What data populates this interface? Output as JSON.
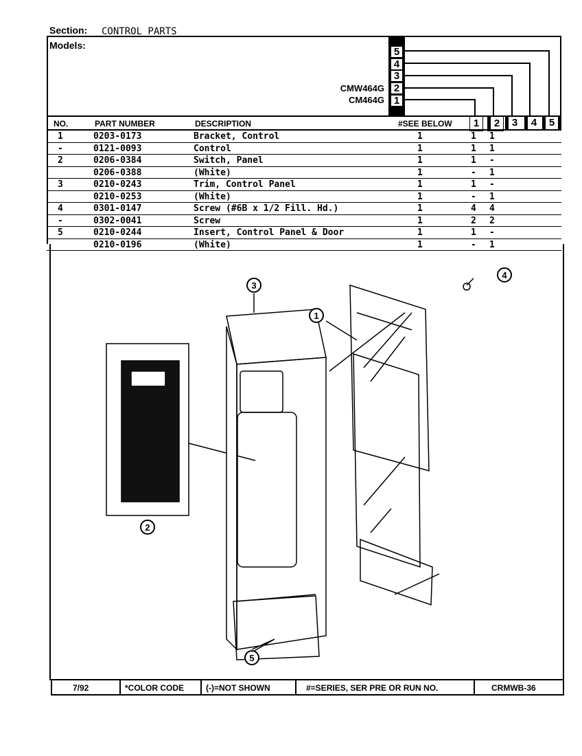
{
  "section": {
    "label": "Section:",
    "value": "CONTROL PARTS"
  },
  "models": {
    "label": "Models:",
    "list": [
      {
        "name": "CMW464G",
        "col": "2"
      },
      {
        "name": "CM464G",
        "col": "1"
      }
    ],
    "columns": [
      "5",
      "4",
      "3",
      "2",
      "1"
    ]
  },
  "table": {
    "headers": {
      "no": "NO.",
      "part": "PART NUMBER",
      "desc": "DESCRIPTION",
      "see": "#SEE BELOW",
      "cols": [
        "1",
        "2",
        "3",
        "4",
        "5"
      ]
    },
    "rows": [
      {
        "no": "1",
        "part": "0203-0173",
        "desc": "Bracket, Control",
        "see": "1",
        "c1": "1",
        "c2": "1"
      },
      {
        "no": "-",
        "part": "0121-0093",
        "desc": "Control",
        "see": "1",
        "c1": "1",
        "c2": "1"
      },
      {
        "no": "2",
        "part": "0206-0384",
        "desc": "Switch, Panel",
        "see": "1",
        "c1": "1",
        "c2": "-"
      },
      {
        "no": "",
        "part": "0206-0388",
        "desc": "(White)",
        "see": "1",
        "c1": "-",
        "c2": "1"
      },
      {
        "no": "3",
        "part": "0210-0243",
        "desc": "Trim, Control Panel",
        "see": "1",
        "c1": "1",
        "c2": "-"
      },
      {
        "no": "",
        "part": "0210-0253",
        "desc": "(White)",
        "see": "1",
        "c1": "-",
        "c2": "1"
      },
      {
        "no": "4",
        "part": "0301-0147",
        "desc": "Screw (#6B x 1/2 Fill. Hd.)",
        "see": "1",
        "c1": "4",
        "c2": "4"
      },
      {
        "no": "-",
        "part": "0302-0041",
        "desc": "Screw",
        "see": "1",
        "c1": "2",
        "c2": "2"
      },
      {
        "no": "5",
        "part": "0210-0244",
        "desc": "Insert, Control Panel & Door",
        "see": "1",
        "c1": "1",
        "c2": "-"
      },
      {
        "no": "",
        "part": "0210-0196",
        "desc": "(White)",
        "see": "1",
        "c1": "-",
        "c2": "1"
      }
    ]
  },
  "callouts": [
    "1",
    "2",
    "3",
    "4",
    "5"
  ],
  "footer": {
    "date": "7/92",
    "color": "*COLOR CODE",
    "notshown": "(-)=NOT SHOWN",
    "series": "#=SERIES, SER PRE OR RUN NO.",
    "code": "CRMWB-36"
  }
}
